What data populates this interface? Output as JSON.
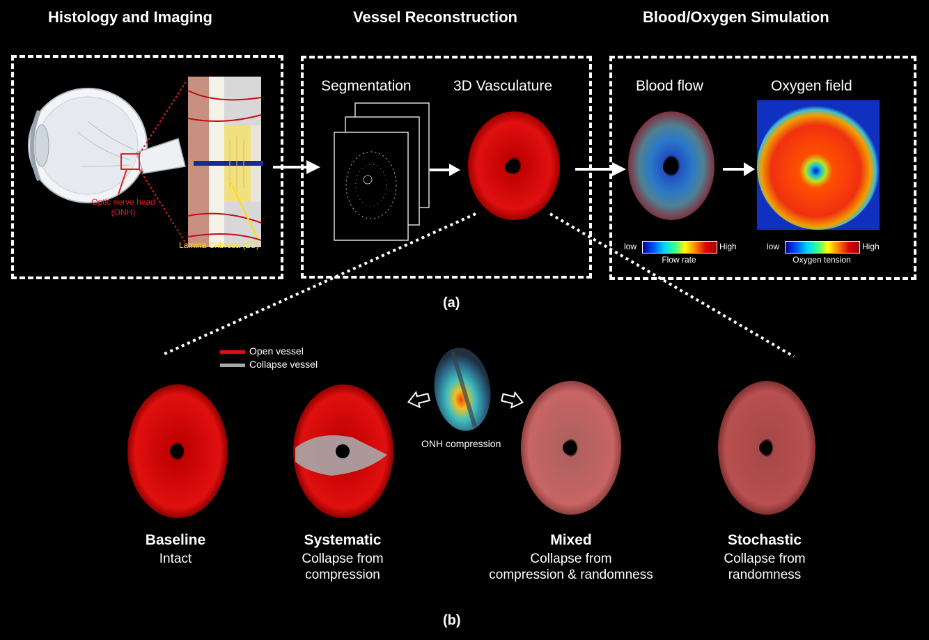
{
  "panel_a": {
    "titles": {
      "histology": "Histology and Imaging",
      "reconstruction": "Vessel Reconstruction",
      "simulation": "Blood/Oxygen Simulation"
    },
    "labels": {
      "onh": "Optic nerve head",
      "onh_abbr": "(ONH)",
      "lc": "Lamina Cribrosa (LC)",
      "segmentation": "Segmentation",
      "vasculature": "3D Vasculature",
      "blood_flow": "Blood flow",
      "oxygen_field": "Oxygen field"
    },
    "colorbars": {
      "flow": {
        "low": "low",
        "high": "High",
        "caption": "Flow rate"
      },
      "oxygen": {
        "low": "low",
        "high": "High",
        "caption": "Oxygen tension"
      }
    },
    "label": "(a)"
  },
  "panel_b": {
    "legend": {
      "open": "Open vessel",
      "collapse": "Collapse vessel"
    },
    "compression_label": "ONH compression",
    "scenarios": [
      {
        "name": "Baseline",
        "desc1": "Intact",
        "desc2": ""
      },
      {
        "name": "Systematic",
        "desc1": "Collapse from",
        "desc2": "compression"
      },
      {
        "name": "Mixed",
        "desc1": "Collapse from",
        "desc2": "compression & randomness"
      },
      {
        "name": "Stochastic",
        "desc1": "Collapse from",
        "desc2": "randomness"
      }
    ],
    "label": "(b)"
  },
  "colors": {
    "open_vessel": "#e01010",
    "collapse_vessel": "#a8a8a8",
    "onh_label": "#e02020",
    "lc_label": "#ffe000"
  }
}
